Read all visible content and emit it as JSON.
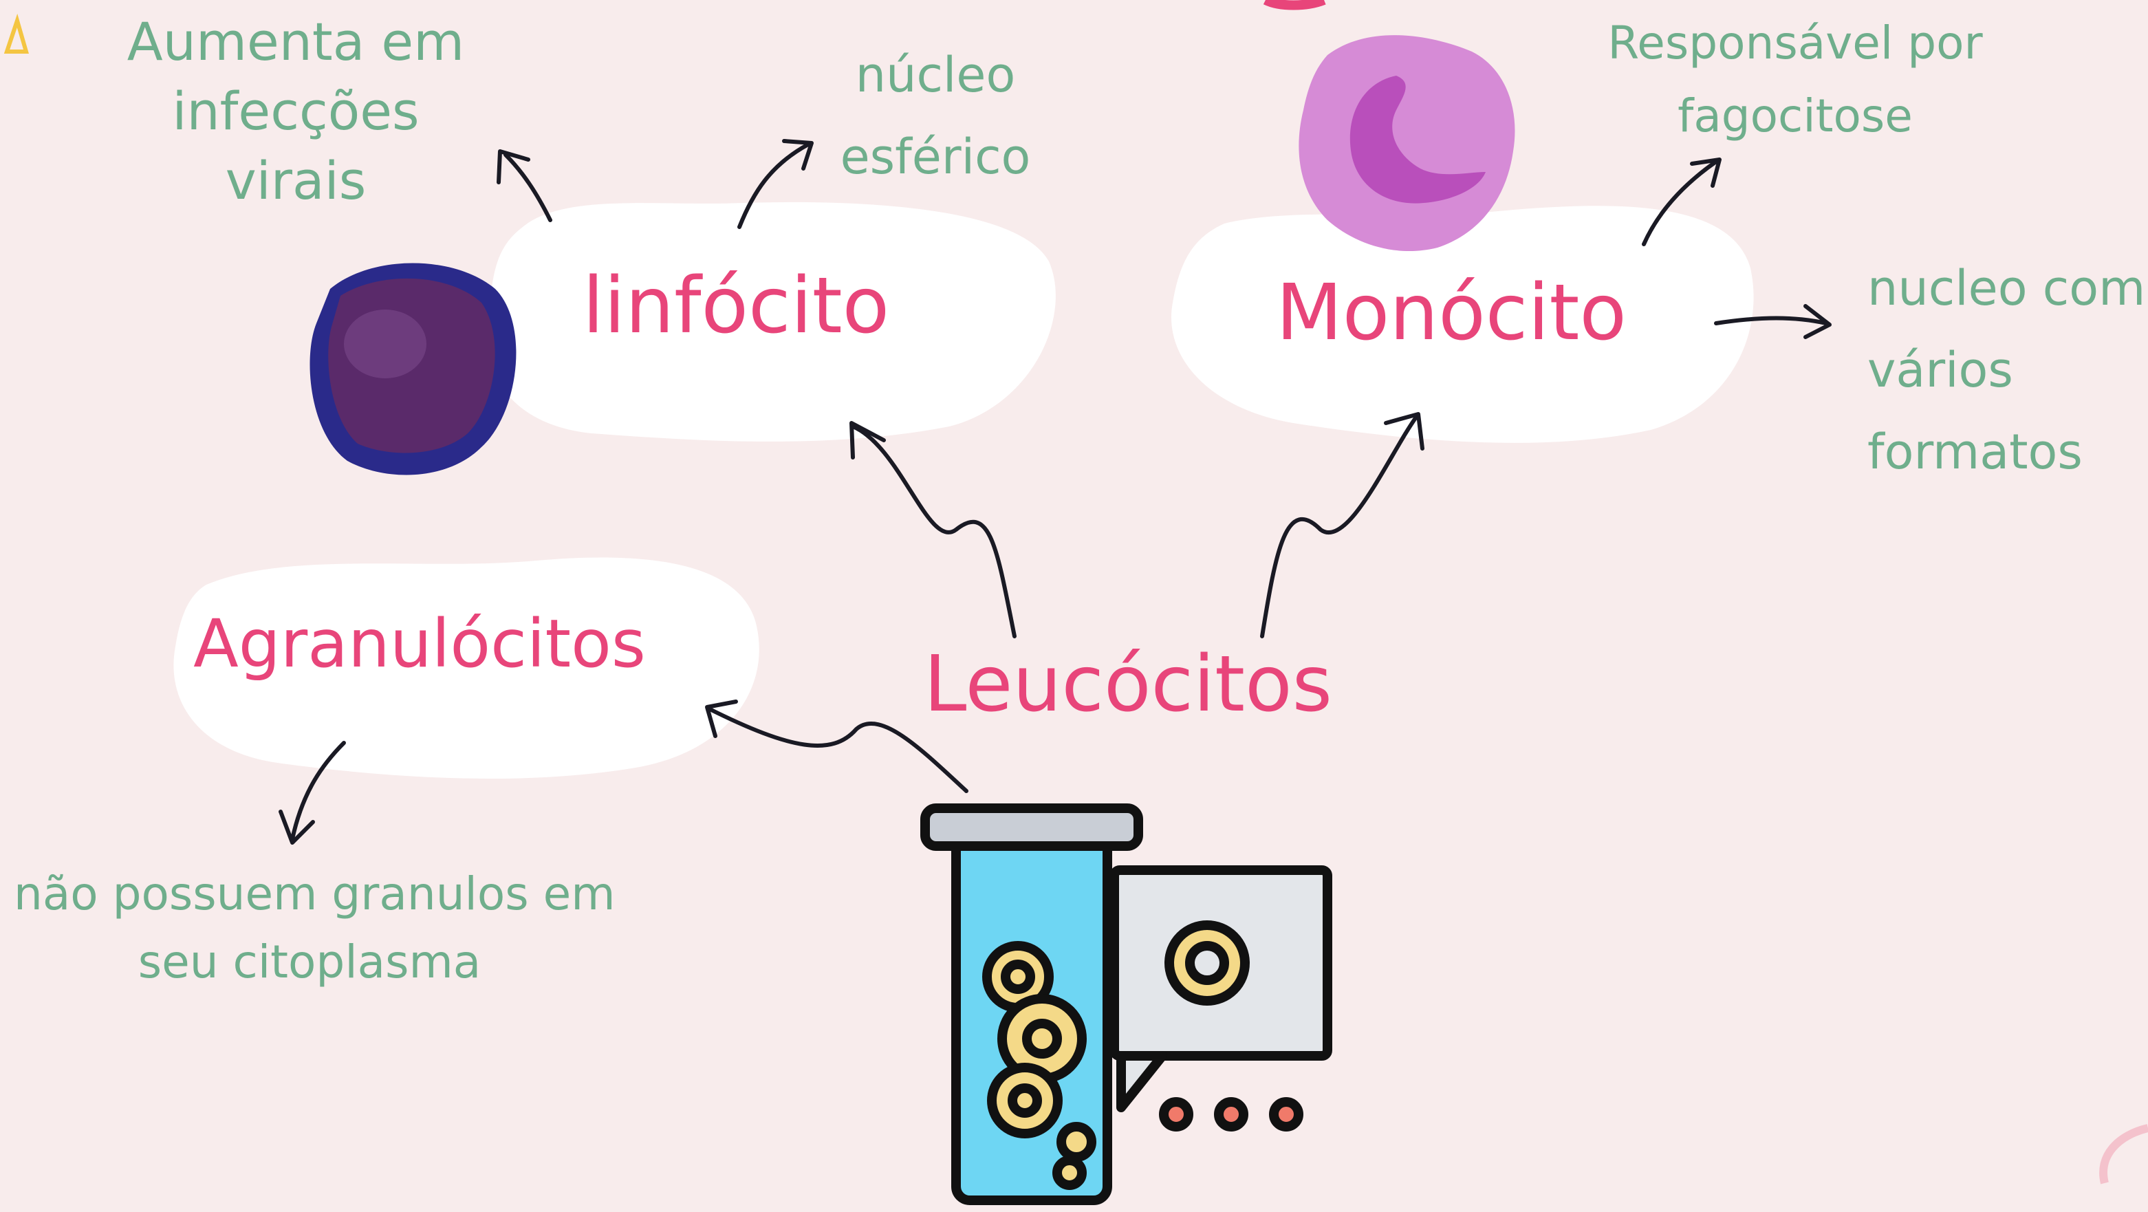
{
  "colors": {
    "background": "#f8ecec",
    "title_pink": "#e8457a",
    "note_green": "#6fae8c",
    "arrow": "#1a1a24",
    "bubble": "#ffffff"
  },
  "nodes": {
    "leucocitos": "Leucócitos",
    "agranulocitos": "Agranulócitos",
    "linfocito": "linfócito",
    "monocito": "Monócito"
  },
  "notes": {
    "linfocito_viral": [
      "Aumenta em",
      "infecções",
      "virais"
    ],
    "linfocito_nucleo": [
      "núcleo",
      "esférico"
    ],
    "monocito_fagocitose": [
      "Responsável por",
      "fagocitose"
    ],
    "monocito_nucleo": [
      "nucleo com",
      "vários",
      "formatos"
    ],
    "agranulocitos_desc": [
      "não possuem granulos em",
      "seu citoplasma"
    ]
  },
  "icons": {
    "lymphocyte": "lymphocyte-cell-icon",
    "monocyte": "monocyte-cell-icon",
    "test_tube": "test-tube-virus-icon"
  }
}
